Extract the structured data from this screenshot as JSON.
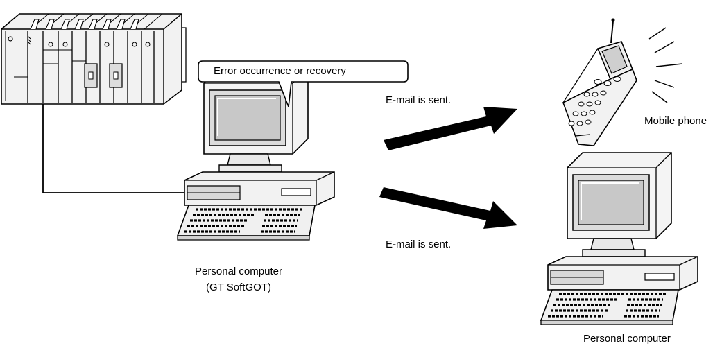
{
  "callout": {
    "text": "Error occurrence or recovery"
  },
  "arrows": {
    "upper_label": "E-mail is sent.",
    "lower_label": "E-mail is sent."
  },
  "devices": {
    "mobile_label": "Mobile phone",
    "source_pc_label_line1": "Personal computer",
    "source_pc_label_line2": "(GT SoftGOT)",
    "dest_pc_label": "Personal computer"
  },
  "colors": {
    "stroke": "#000000",
    "fill_light": "#f2f2f2",
    "fill_mid": "#d6d6d6",
    "screen": "#cfcfcf"
  },
  "icons": [
    "plc-icon",
    "personal-computer-icon",
    "mobile-phone-icon",
    "send-arrow-icon"
  ]
}
